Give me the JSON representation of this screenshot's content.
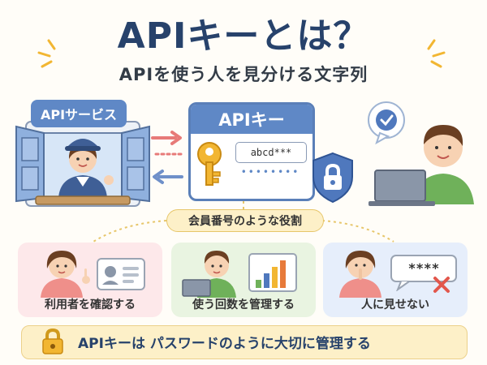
{
  "header": {
    "title": "APIキーとは？",
    "subtitle": "APIを使う人を見分ける文字列"
  },
  "service": {
    "sign_label": "APIサービス"
  },
  "api_key_card": {
    "title": "APIキー",
    "key_text": "abcd***",
    "masked_text": "••••••••"
  },
  "role_label": "会員番号のような役割",
  "cards": [
    {
      "label": "利用者を確認する"
    },
    {
      "label": "使う回数を管理する"
    },
    {
      "label": "人に見せない",
      "bubble_text": "****"
    }
  ],
  "bottom_banner": {
    "text": "APIキーは パスワードのように大切に管理する"
  },
  "colors": {
    "primary_blue": "#5f88c6",
    "title_navy": "#27426b",
    "key_gold": "#f2b632",
    "pink_card": "#fde8ea",
    "green_card": "#e9f4e1",
    "blue_card": "#e6eefb",
    "banner_cream": "#fdf0c8"
  },
  "icons": [
    "sparkle-icon",
    "arrow-right-icon",
    "arrow-left-icon",
    "key-icon",
    "shield-lock-icon",
    "checkmark-bubble-icon",
    "laptop-icon",
    "id-card-icon",
    "bar-chart-icon",
    "cross-icon",
    "padlock-icon"
  ]
}
